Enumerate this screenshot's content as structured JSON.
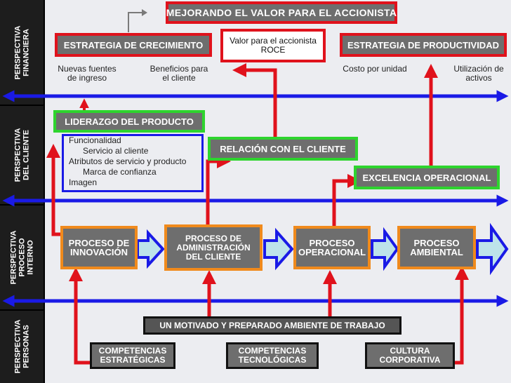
{
  "colors": {
    "red": "#e0121c",
    "blue": "#1a1ae6",
    "green": "#2ed42e",
    "orange": "#f08a1c",
    "box_fill": "#6e6e6e",
    "lane_fill": "#1d1d1d",
    "panel": "#ecedf1"
  },
  "lanes": {
    "financiera": "PERSPECTIVA\nFINANCIERA",
    "cliente": "PERSPECTIVA\nDEL CLIENTE",
    "proceso": "PERSPECTIVA\nPROCESO\nINTERNO",
    "personas": "PERSPECTIVA\nPERSONAS"
  },
  "financial": {
    "goal": "MEJORANDO EL VALOR PARA EL ACCIONISTA",
    "growth": "ESTRATEGIA DE CRECIMIENTO",
    "value": "Valor para el accionista\nROCE",
    "productivity": "ESTRATEGIA DE PRODUCTIVIDAD",
    "new_income": "Nuevas fuentes\nde ingreso",
    "client_benefits": "Beneficios para\nel cliente",
    "unit_cost": "Costo por unidad",
    "asset_use": "Utilización de\nactivos"
  },
  "customer": {
    "leadership": "LIDERAZGO DEL PRODUCTO",
    "relationship": "RELACIÓN CON EL CLIENTE",
    "excellence": "EXCELENCIA OPERACIONAL",
    "attributes": [
      "Funcionalidad",
      "Servicio al cliente",
      "Atributos de servicio y producto",
      "Marca de confianza",
      "Imagen"
    ]
  },
  "internal": {
    "innovation": "PROCESO DE\nINNOVACIÓN",
    "client_admin": "PROCESO DE\nADMINISTRACIÓN\nDEL CLIENTE",
    "operational": "PROCESO\nOPERACIONAL",
    "environmental": "PROCESO\nAMBIENTAL"
  },
  "people": {
    "environment": "UN MOTIVADO Y PREPARADO AMBIENTE DE TRABAJO",
    "strategic": "COMPETENCIAS\nESTRATÉGICAS",
    "technological": "COMPETENCIAS\nTECNOLÓGICAS",
    "culture": "CULTURA\nCORPORATIVA"
  }
}
